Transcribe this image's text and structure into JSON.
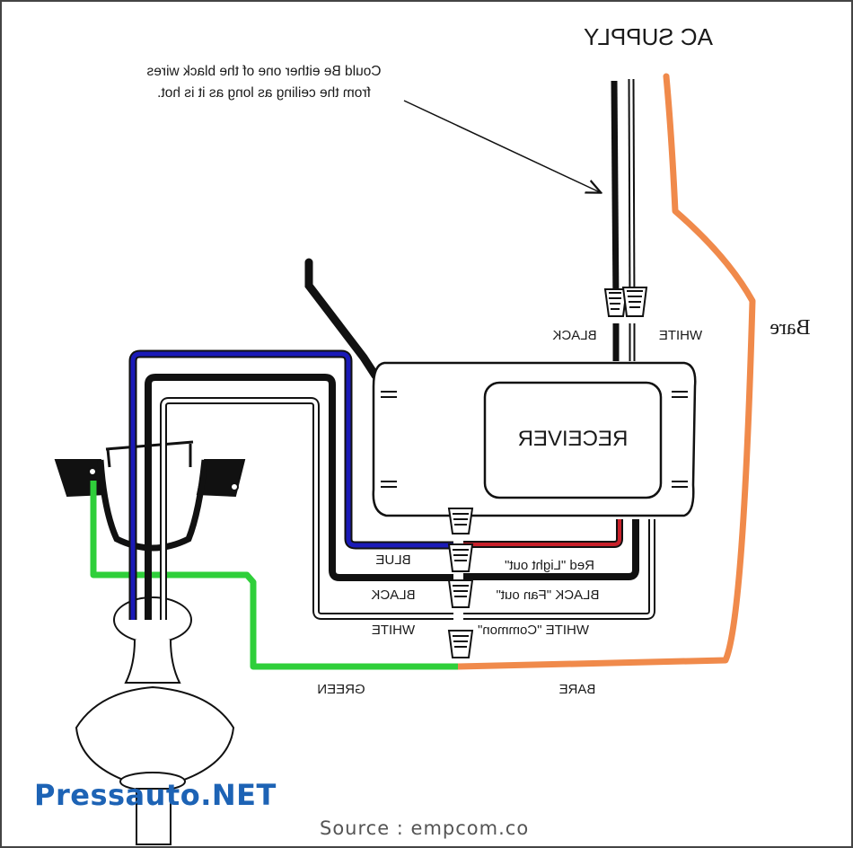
{
  "labels": {
    "ac_supply": "AC SUPPLY",
    "note_line1": "Could Be either one of the black wires",
    "note_line2": "from the ceiling as long as it is hot.",
    "black_top": "BLACK",
    "white_top": "WHITE",
    "bare_right": "Bare",
    "receiver": "RECEIVER",
    "blue": "BLUE",
    "red_light_out": "Red \"Light out\"",
    "black_left": "BLACK",
    "black_fan_out": "BLACK \"Fan out\"",
    "white_left": "WHITE",
    "white_common": "WHITE \"Common\"",
    "green": "GREEN",
    "bare_bottom": "BARE"
  },
  "watermark": "Pressauto.NET",
  "source": "Source : empcom.co",
  "colors": {
    "blue_wire": "#1a1ab8",
    "red_wire": "#c8202a",
    "green_wire": "#2fcf3a",
    "bare_wire": "#f08a4b",
    "black_wire": "#111111",
    "watermark": "#1d63b5"
  }
}
